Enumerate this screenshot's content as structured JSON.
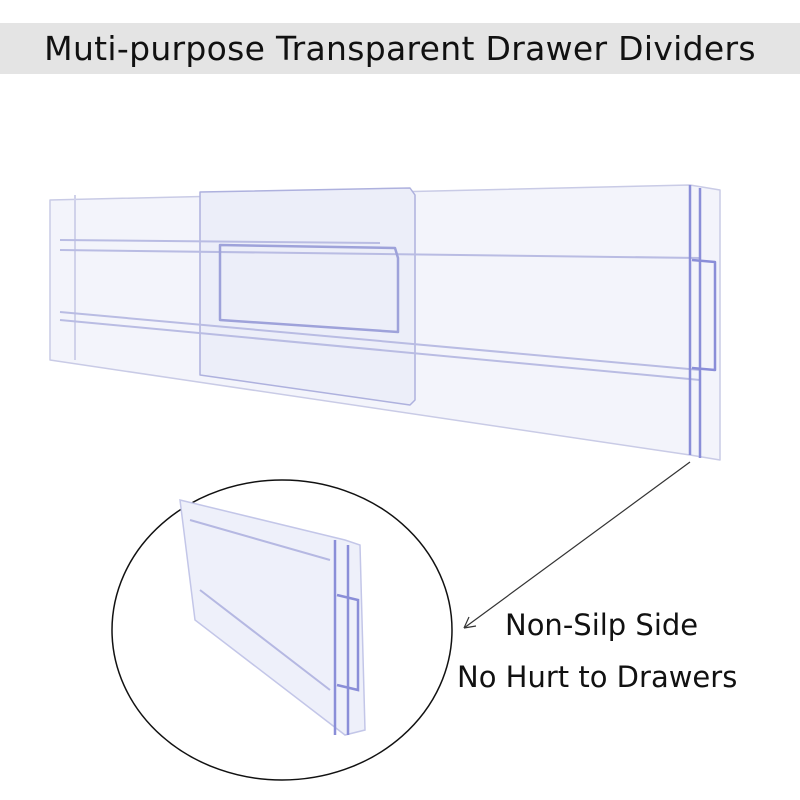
{
  "title": "Muti-purpose Transparent Drawer Dividers",
  "captions": [
    "Non-Silp Side",
    "No Hurt to Drawers"
  ],
  "colors": {
    "banner": "#e4e4e4",
    "plastic_edge": "#8a8ed8",
    "text": "#111111"
  }
}
